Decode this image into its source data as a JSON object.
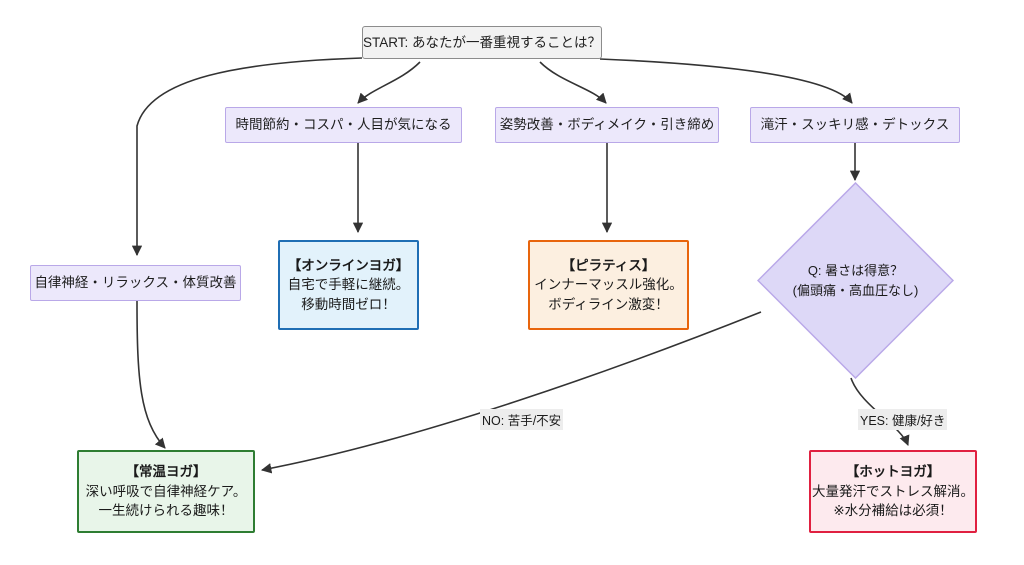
{
  "diagram": {
    "title": "yoga-selection-flowchart",
    "background": "#ffffff",
    "colors": {
      "start_fill": "#f2f2f2",
      "start_stroke": "#8c8c8c",
      "choice_fill": "#ece8fb",
      "choice_stroke": "#b9a8e8",
      "blue_fill": "#e2f2fb",
      "blue_stroke": "#1f6eb4",
      "orange_fill": "#fcefe0",
      "orange_stroke": "#e8650d",
      "green_fill": "#e8f5e9",
      "green_stroke": "#2e7d32",
      "red_fill": "#fdeaee",
      "red_stroke": "#e02040",
      "edge_stroke": "#333333"
    }
  },
  "nodes": {
    "start": {
      "label": "START: あなたが一番重視することは？"
    },
    "choice_time": {
      "label": "時間節約・コスパ・人目が気になる"
    },
    "choice_posture": {
      "label": "姿勢改善・ボディメイク・引き締め"
    },
    "choice_sweat": {
      "label": "滝汗・スッキリ感・デトックス"
    },
    "choice_autonomic": {
      "label": "自律神経・リラックス・体質改善"
    },
    "result_online": {
      "title": "【オンラインヨガ】",
      "line1": "自宅で手軽に継続。",
      "line2": "移動時間ゼロ！"
    },
    "result_pilates": {
      "title": "【ピラティス】",
      "line1": "インナーマッスル強化。",
      "line2": "ボディライン激変！"
    },
    "decision_heat": {
      "line1": "Q: 暑さは得意？",
      "line2": "(偏頭痛・高血圧なし)"
    },
    "result_normal": {
      "title": "【常温ヨガ】",
      "line1": "深い呼吸で自律神経ケア。",
      "line2": "一生続けられる趣味！"
    },
    "result_hot": {
      "title": "【ホットヨガ】",
      "line1": "大量発汗でストレス解消。",
      "line2": "※水分補給は必須！"
    }
  },
  "edge_labels": {
    "no_branch": "NO: 苦手/不安",
    "yes_branch": "YES: 健康/好き"
  }
}
